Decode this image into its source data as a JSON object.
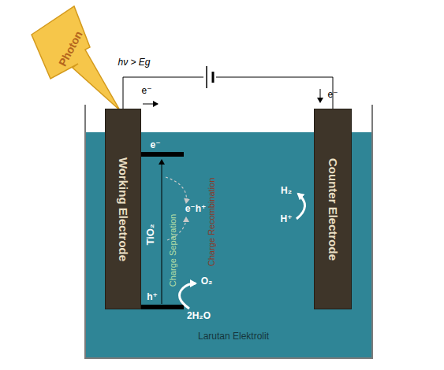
{
  "diagram": {
    "nodes": [
      {
        "text": [
          "Photon"
        ]
      },
      {
        "text": [
          "Working Electrode"
        ]
      },
      {
        "text": [
          "Counter Electrode"
        ]
      }
    ],
    "edges": [
      {
        "from": 1,
        "to": 2,
        "arrow": "none"
      }
    ],
    "labels": [
      "hν > Eg",
      "e⁻",
      "e⁻",
      "e⁻",
      "TiO₂",
      "Charge Separation",
      "Charge Recombination",
      "e⁻h⁺",
      "H₂",
      "H⁺",
      "h⁺",
      "O₂",
      "2H₂O",
      "Larutan Elektrolit"
    ]
  }
}
